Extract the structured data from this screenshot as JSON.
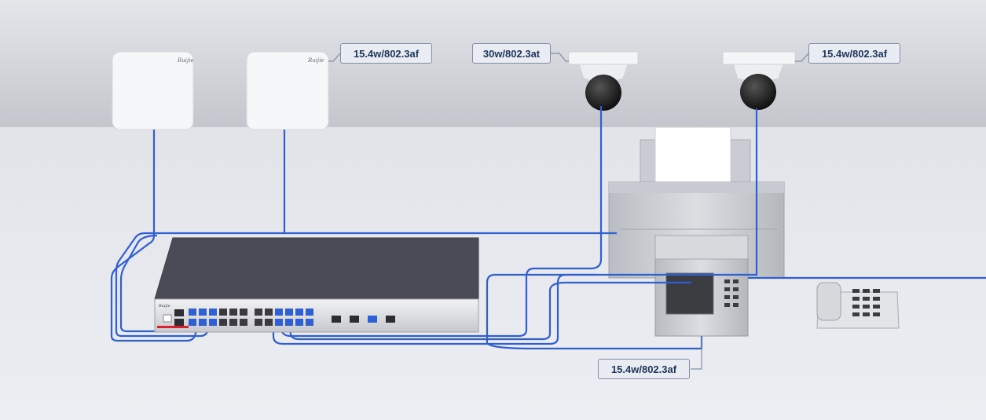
{
  "callouts": {
    "ap2_power": "15.4w/802.3af",
    "camera1_power": "30w/802.3at",
    "camera2_power": "15.4w/802.3af",
    "terminal_power": "15.4w/802.3af"
  },
  "brand": "Ruijie",
  "colors": {
    "cable": "#2f5fd0",
    "wall": "#cfd2d8",
    "floor": "#e6e8ee",
    "switch_top": "#4a4b57",
    "callout_border": "#7f8fa6",
    "callout_text": "#1d3557"
  }
}
